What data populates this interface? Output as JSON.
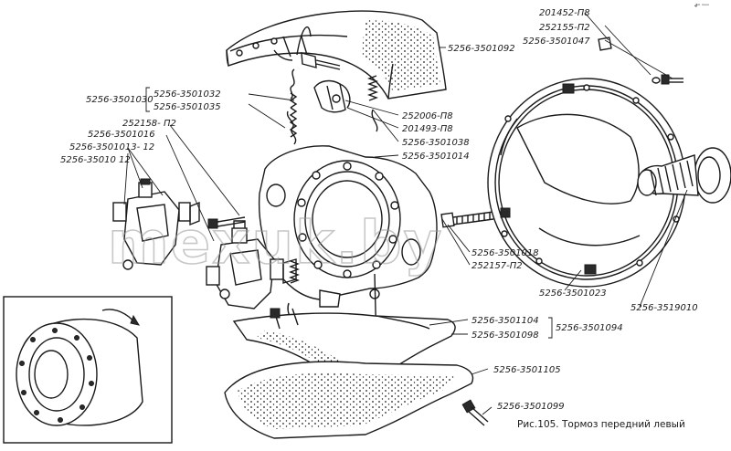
{
  "labels": {
    "l_201452": "201452-П8",
    "l_252155": "252155-П2",
    "l_3501047": "5256-3501047",
    "l_3501092": "5256-3501092",
    "l_3501030": "5256-3501030",
    "l_3501032": "5256-3501032",
    "l_3501035": "5256-3501035",
    "l_252158": "252158- П2",
    "l_3501016": "5256-3501016",
    "l_3501013": "5256-3501013- 12",
    "l_3501010": "5256-35010 12",
    "l_252006": "252006-П8",
    "l_201493": "201493-П8",
    "l_3501038": "5256-3501038",
    "l_3501014": "5256-3501014",
    "l_3501018": "5256-3501018",
    "l_252157": "252157-П2",
    "l_3501023": "5256-3501023",
    "l_3519010": "5256-3519010",
    "l_3501104": "5256-3501104",
    "l_3501098": "5256-3501098",
    "l_3501094": "5256-3501094",
    "l_3501105": "5256-3501105",
    "l_3501099": "5256-3501099"
  },
  "caption": "Рис.105. Тормоз передний левый",
  "watermark": "mexuk.by",
  "corner_mark": "4ᵐ ⁿᵒᵒᵒ"
}
